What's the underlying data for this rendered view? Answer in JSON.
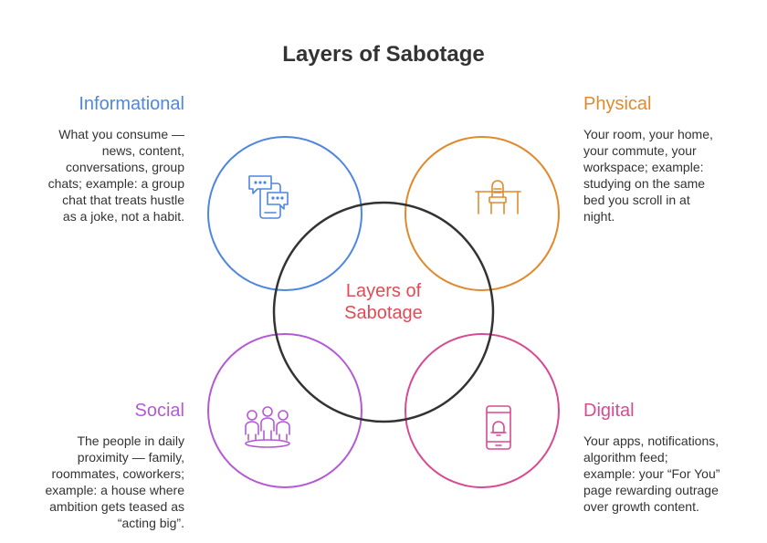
{
  "title": "Layers of Sabotage",
  "center_label": "Layers of\nSabotage",
  "colors": {
    "center": "#e04b55",
    "center_ring": "#333333",
    "informational": "#4f86e0",
    "physical": "#e08a2e",
    "social": "#b45ad6",
    "digital": "#d64b93"
  },
  "layers": {
    "informational": {
      "heading": "Informational",
      "icon": "chat-phone-icon",
      "description": "What you consume —\nnews, content,\nconversations, group\nchats; example: a group\nchat that treats hustle\nas a joke, not a habit."
    },
    "physical": {
      "heading": "Physical",
      "icon": "desk-chair-icon",
      "description": "Your room, your home,\nyour commute, your\nworkspace; example:\nstudying on the same\nbed you scroll in at\nnight."
    },
    "social": {
      "heading": "Social",
      "icon": "people-group-icon",
      "description": "The people in daily\nproximity — family,\nroommates, coworkers;\nexample: a house where\nambition gets teased as\n“acting big”."
    },
    "digital": {
      "heading": "Digital",
      "icon": "phone-notification-icon",
      "description": "Your apps, notifications,\nalgorithm feed;\nexample: your “For You”\npage rewarding outrage\nover growth content."
    }
  }
}
